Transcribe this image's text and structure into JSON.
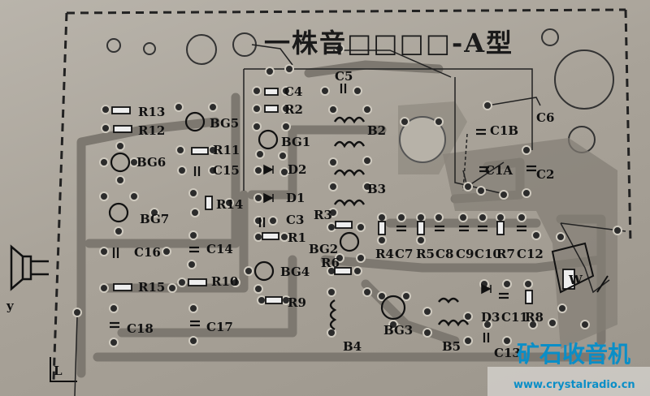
{
  "title": "一株音□□□□-A型",
  "watermark": {
    "name": "矿石收音机",
    "url": "www.crystalradio.cn"
  },
  "colors": {
    "paper": "#a9a399",
    "trace": "#7d7870",
    "ink": "#111111",
    "watermark": "#0a8ec7"
  },
  "labels": {
    "R13": "R13",
    "R12": "R12",
    "BG5": "BG5",
    "R11": "R11",
    "BG6": "BG6",
    "C15": "C15",
    "R14": "R14",
    "BG7": "BG7",
    "C16": "C16",
    "C14": "C14",
    "R15": "R15",
    "R10": "R10",
    "C18": "C18",
    "C17": "C17",
    "C4": "C4",
    "R2": "R2",
    "C5": "C5",
    "B2": "B2",
    "BG1": "BG1",
    "D2": "D2",
    "D1": "D1",
    "C3": "C3",
    "R1": "R1",
    "B3": "B3",
    "R3": "R3",
    "BG2": "BG2",
    "R6": "R6",
    "BG4": "BG4",
    "R9": "R9",
    "B4": "B4",
    "BG3": "BG3",
    "B5": "B5",
    "R4": "R4",
    "C7": "C7",
    "R5": "R5",
    "C8": "C8",
    "C9": "C9",
    "C10": "C10",
    "R7": "R7",
    "C12": "C12",
    "W": "W",
    "D3": "D3",
    "C11": "C11",
    "R8": "R8",
    "C13": "C13",
    "C1B": "C1B",
    "C1A": "C1A",
    "C2": "C2",
    "C6": "C6",
    "Y": "y",
    "L": "L"
  }
}
